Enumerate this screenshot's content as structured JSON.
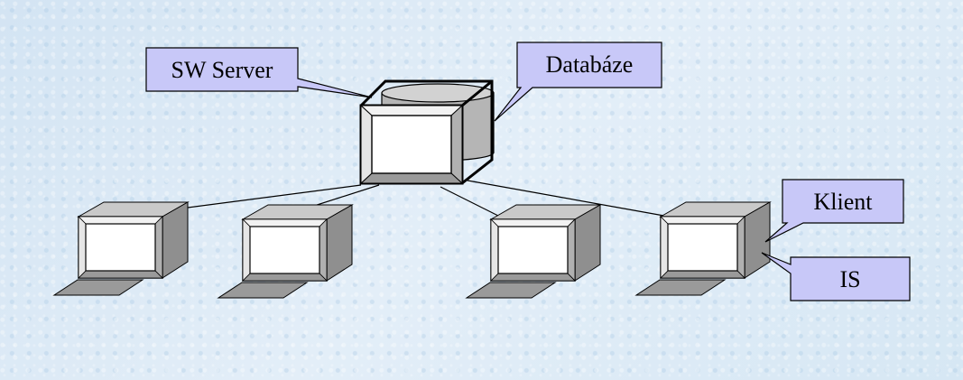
{
  "labels": {
    "sw_server": "SW Server",
    "database": "Databáze",
    "client": "Klient",
    "is": "IS"
  },
  "colors": {
    "callout_fill": "#c8c8f8",
    "box_face": "#ffffff",
    "box_side": "#9a9a9a",
    "box_top": "#c9c9c9",
    "outline": "#000000"
  }
}
